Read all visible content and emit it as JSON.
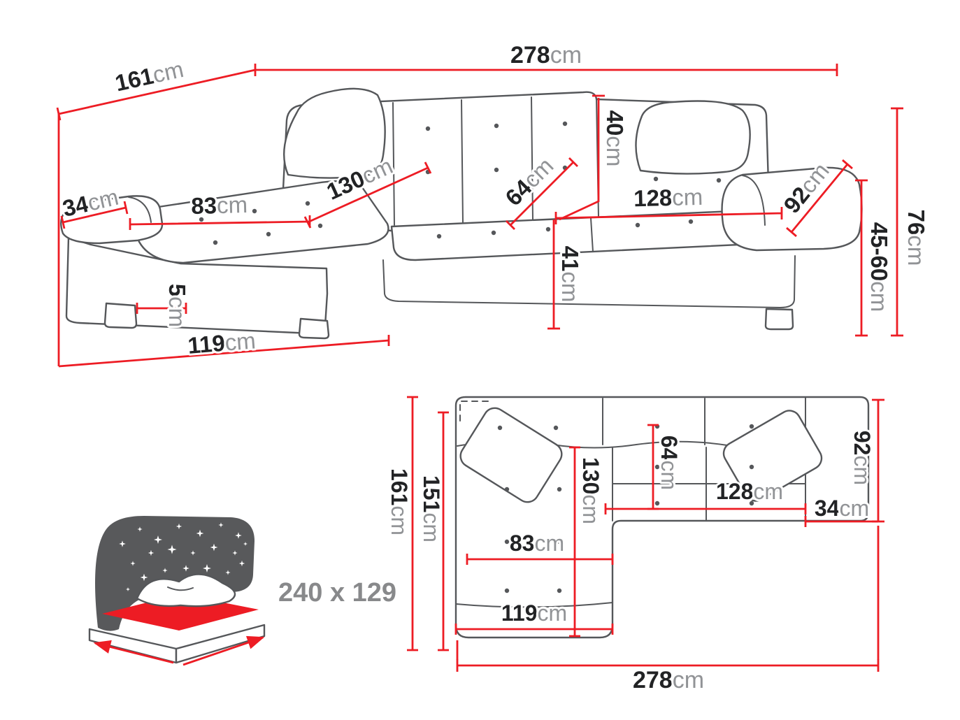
{
  "diagram_type": "corner-sofa-dimensions",
  "colors": {
    "dimension_red": "#ed1c24",
    "sofa_outline_gray": "#55575a",
    "value_text": "#222325",
    "unit_text": "#919396",
    "headboard_gray": "#58595b"
  },
  "icons": {
    "sleeping_function": "bed-with-stars-icon"
  },
  "perspective_view": {
    "width_top": {
      "value": "278",
      "unit": "cm"
    },
    "depth_left": {
      "value": "161",
      "unit": "cm"
    },
    "armrest_left_width": {
      "value": "34",
      "unit": "cm"
    },
    "chaise_seat_width": {
      "value": "83",
      "unit": "cm"
    },
    "chaise_length": {
      "value": "130",
      "unit": "cm"
    },
    "backrest_height": {
      "value": "40",
      "unit": "cm"
    },
    "seat_depth": {
      "value": "64",
      "unit": "cm"
    },
    "seat_width": {
      "value": "128",
      "unit": "cm"
    },
    "armrest_right_length": {
      "value": "92",
      "unit": "cm"
    },
    "total_height": {
      "value": "76",
      "unit": "cm"
    },
    "armrest_height_range": {
      "value": "45-60",
      "unit": "cm"
    },
    "seat_height": {
      "value": "41",
      "unit": "cm"
    },
    "leg_height": {
      "value": "5",
      "unit": "cm"
    },
    "chaise_base_length": {
      "value": "119",
      "unit": "cm"
    }
  },
  "top_view": {
    "depth_total": {
      "value": "161",
      "unit": "cm"
    },
    "depth_inner": {
      "value": "151",
      "unit": "cm"
    },
    "chaise_length": {
      "value": "130",
      "unit": "cm"
    },
    "seat_depth": {
      "value": "64",
      "unit": "cm"
    },
    "seat_width": {
      "value": "128",
      "unit": "cm"
    },
    "armrest_width": {
      "value": "34",
      "unit": "cm"
    },
    "armrest_length": {
      "value": "92",
      "unit": "cm"
    },
    "chaise_seat_width": {
      "value": "83",
      "unit": "cm"
    },
    "chaise_full_width": {
      "value": "119",
      "unit": "cm"
    },
    "width_total": {
      "value": "278",
      "unit": "cm"
    }
  },
  "sleeping_area": {
    "size": "240 x 129"
  }
}
